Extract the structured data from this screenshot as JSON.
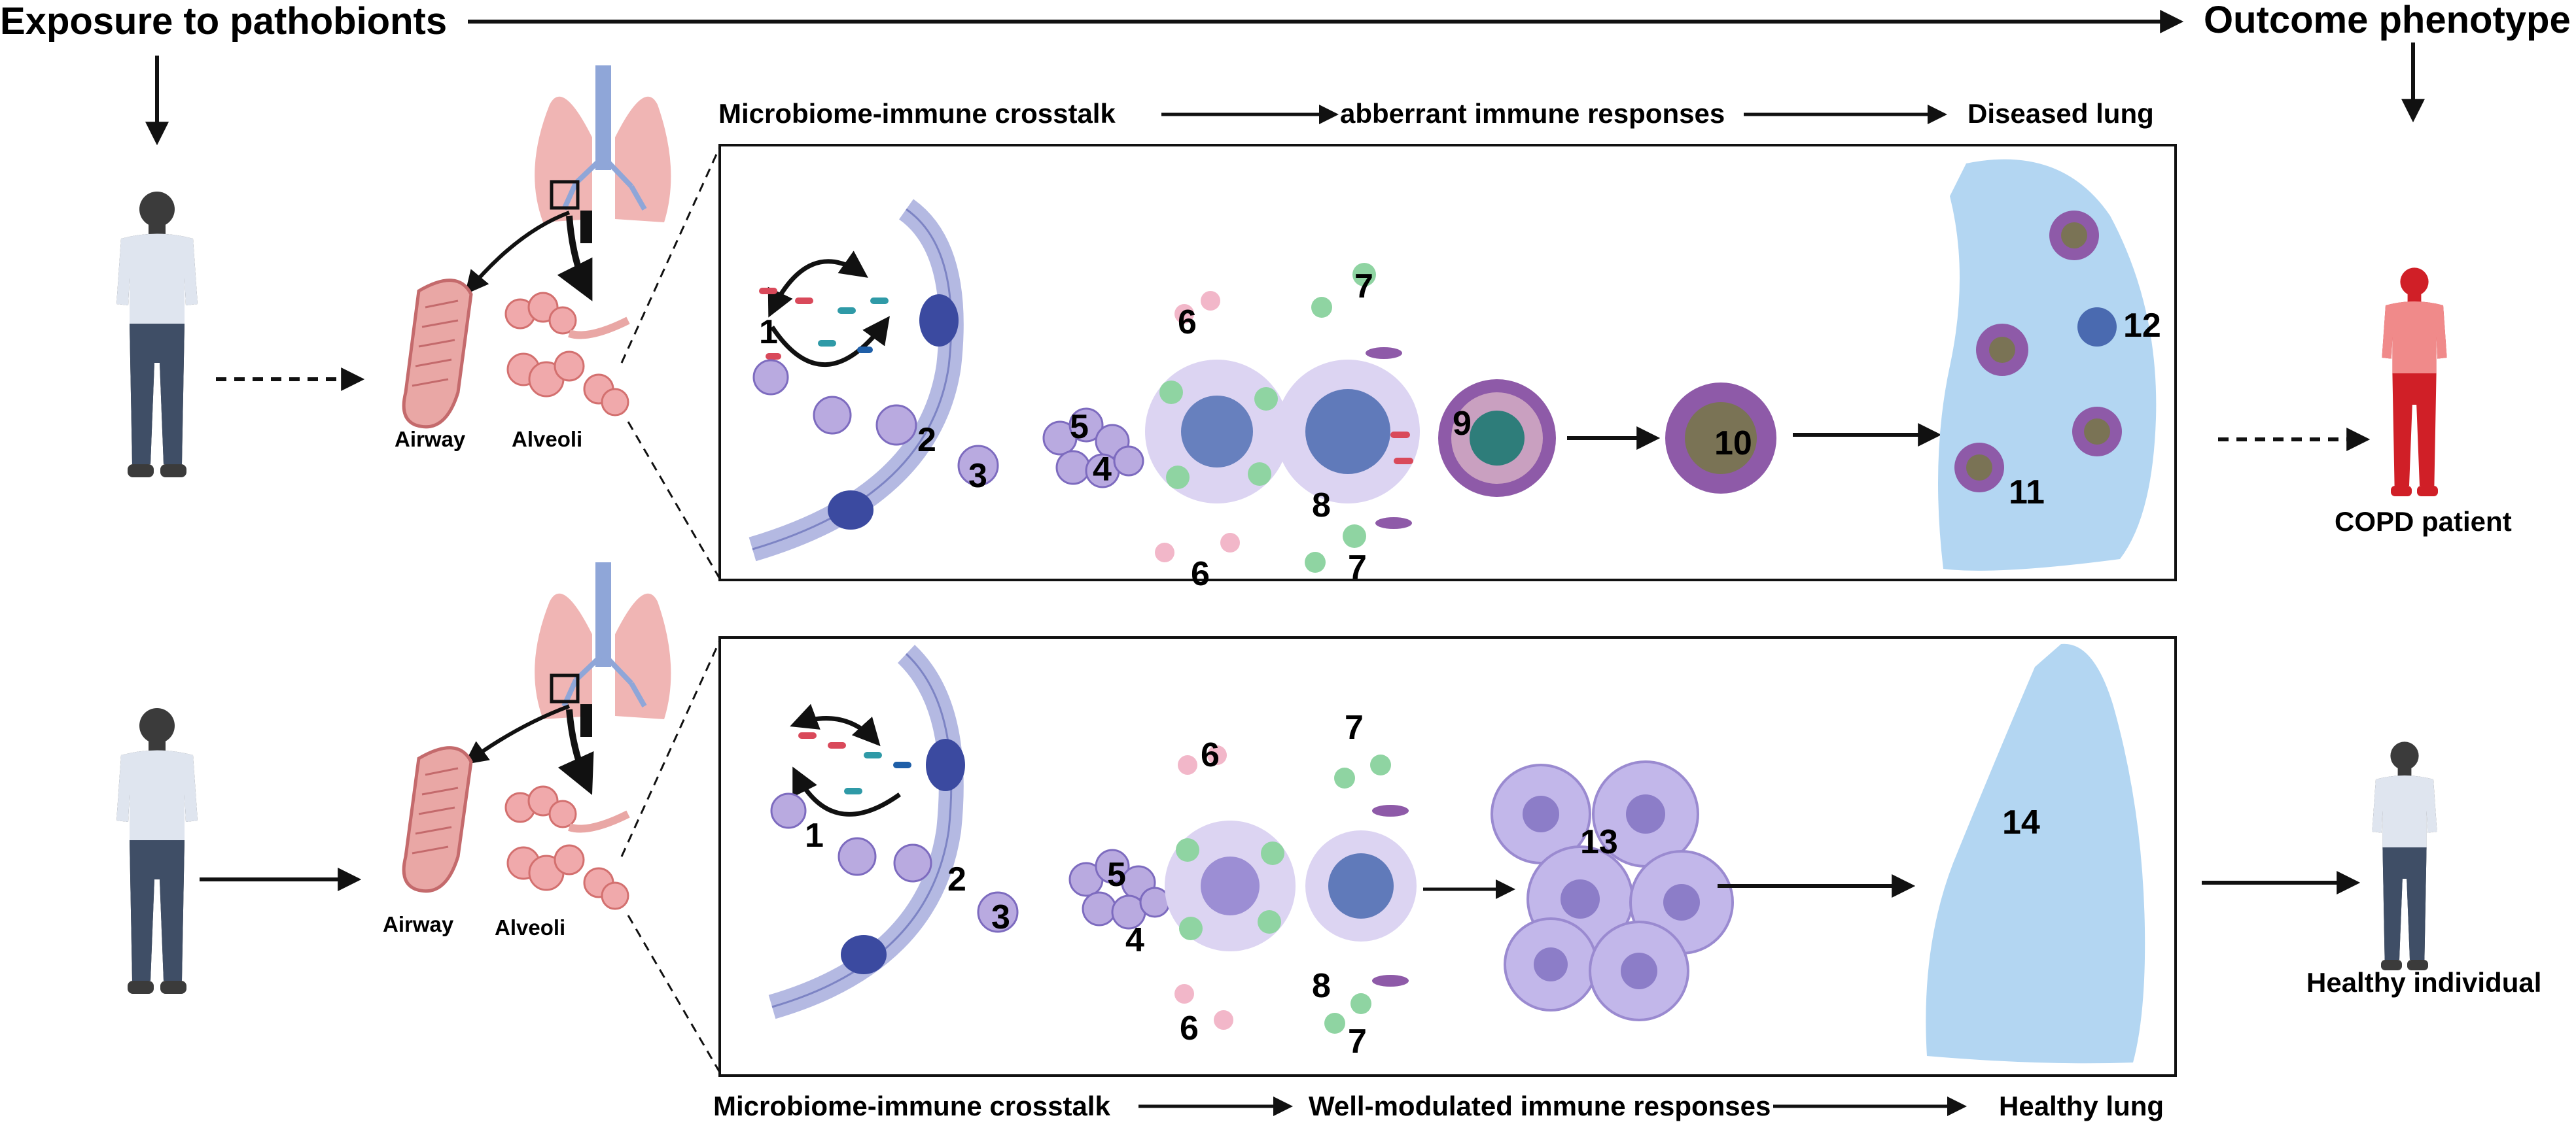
{
  "header": {
    "exposure": "Exposure to pathobionts",
    "outcome": "Outcome phenotype"
  },
  "labels": {
    "airway": "Airway",
    "alveoli": "Alveoli"
  },
  "top_panel": {
    "crosstalk": "Microbiome-immune crosstalk",
    "response": "abberrant immune responses",
    "result": "Diseased lung",
    "steps": [
      "1",
      "2",
      "3",
      "4",
      "5",
      "6",
      "6",
      "7",
      "7",
      "8",
      "9",
      "10",
      "11",
      "12"
    ]
  },
  "bottom_panel": {
    "crosstalk": "Microbiome-immune crosstalk",
    "response": "Well-modulated immune responses",
    "result": "Healthy lung",
    "steps": [
      "1",
      "2",
      "3",
      "4",
      "5",
      "6",
      "6",
      "7",
      "7",
      "8",
      "13",
      "14"
    ]
  },
  "outcomes": {
    "copd": "COPD patient",
    "healthy": "Healthy individual"
  },
  "colors": {
    "lung_blue": "#b3d6f2",
    "airway_pink": "#e9a7a5",
    "lung_pink": "#f0b5b4",
    "epithelium": "#b4b9e2",
    "immune_cell": "#b9aae0",
    "granuloma_purple": "#8e5aa8",
    "patient_red": "#d01f27",
    "person_shirt": "#dfe5ef",
    "person_pants": "#3f4e66",
    "bacteria_red": "#d9495a",
    "bacteria_teal": "#2f9aa7",
    "dot_blue": "#2f8fd6",
    "cell_green": "#8fd4a2"
  }
}
